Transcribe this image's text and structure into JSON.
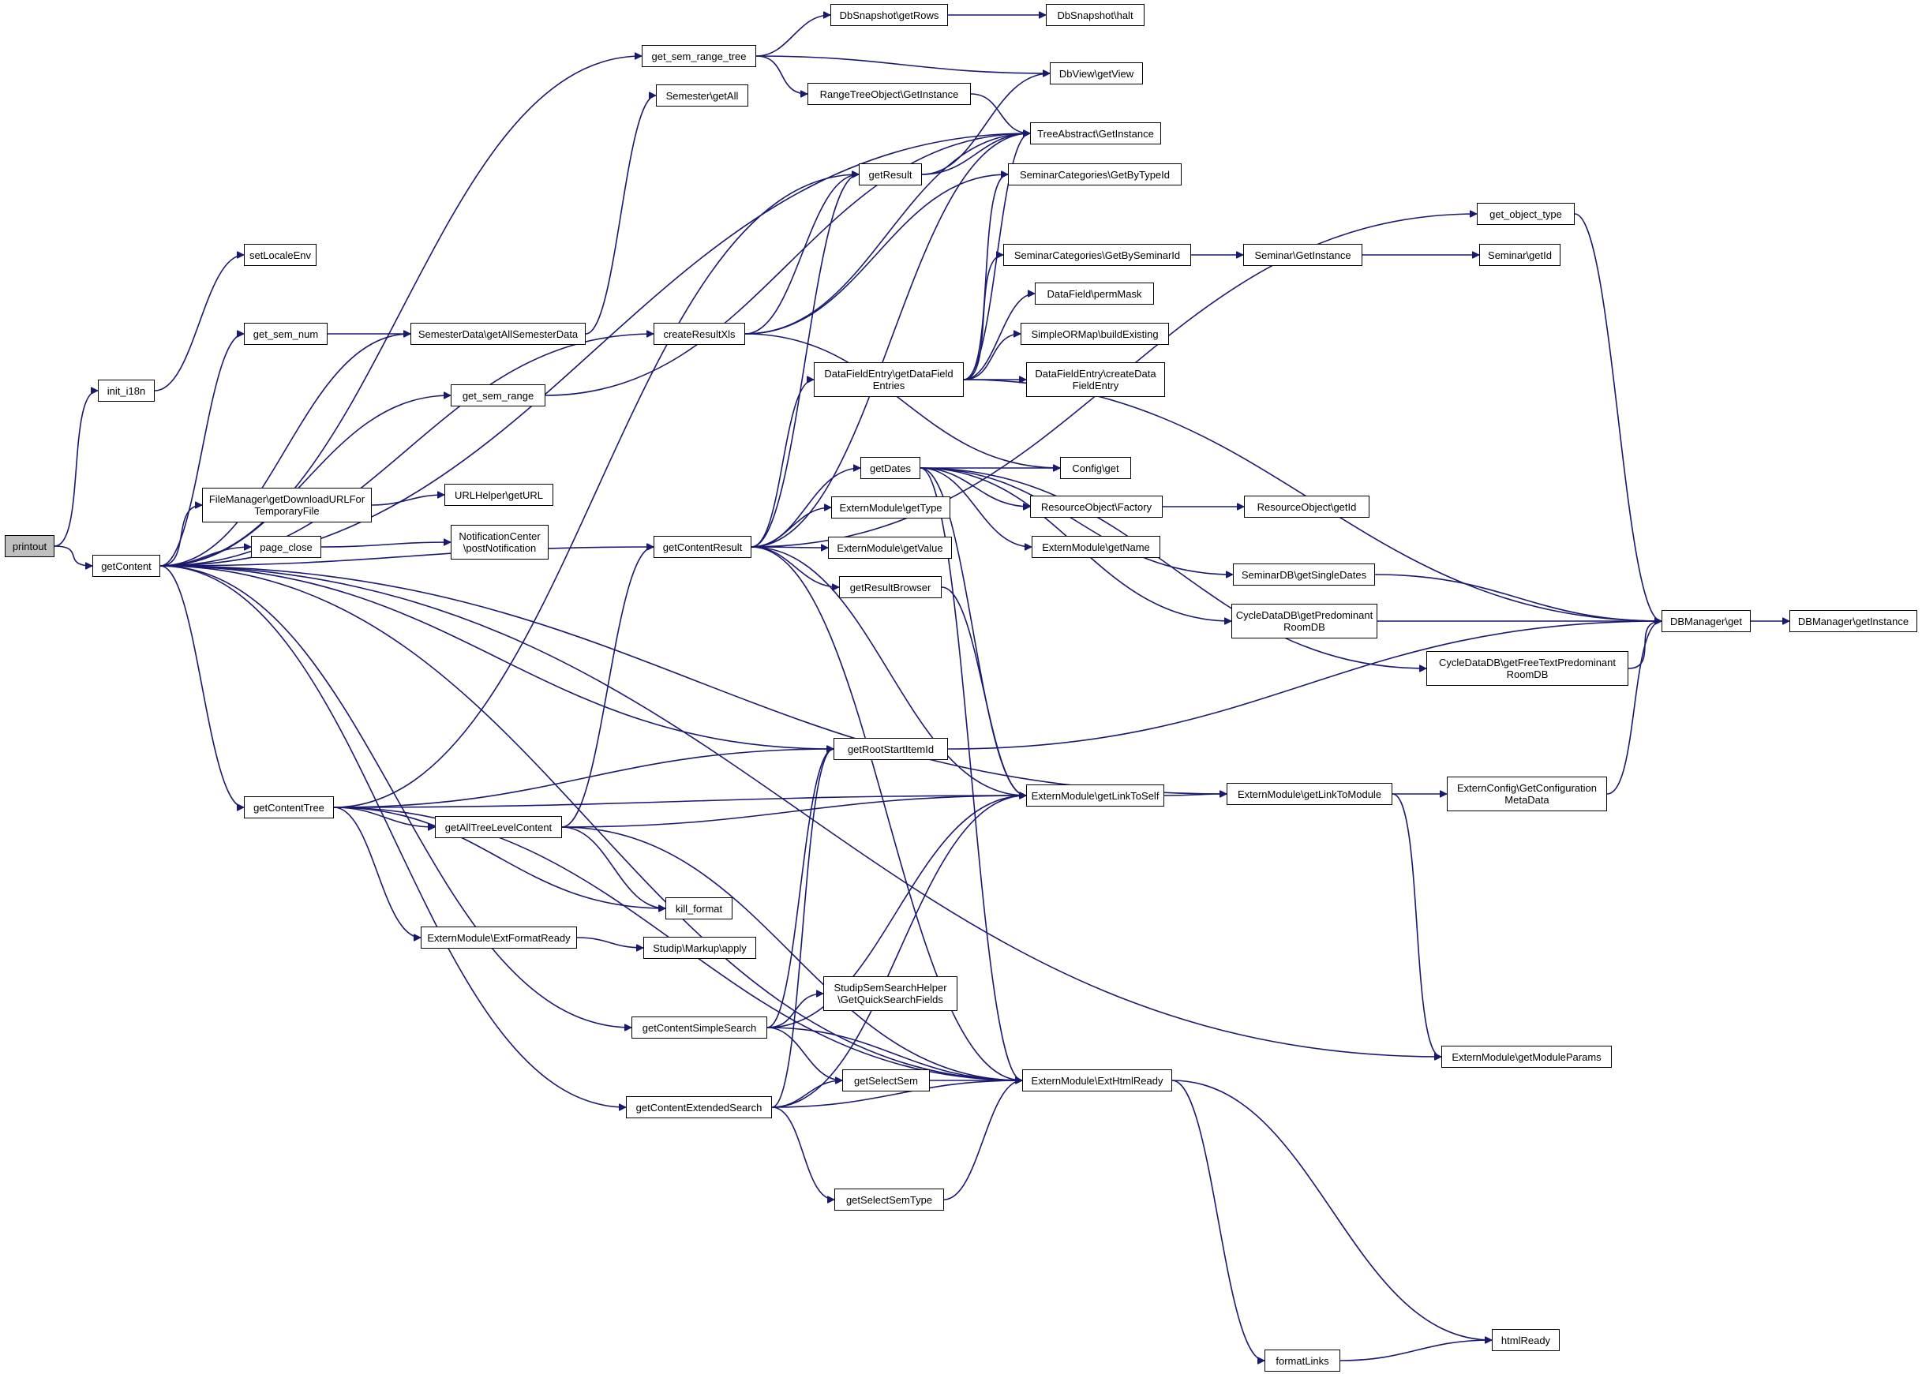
{
  "colors": {
    "edge": "#191970",
    "node_border": "#000000",
    "root_fill": "#bfbfbf",
    "node_fill": "#ffffff"
  },
  "nodes": [
    {
      "id": "printout",
      "label": "printout",
      "root": true
    },
    {
      "id": "init_i18n",
      "label": "init_i18n"
    },
    {
      "id": "getContent",
      "label": "getContent"
    },
    {
      "id": "setLocaleEnv",
      "label": "setLocaleEnv"
    },
    {
      "id": "get_sem_num",
      "label": "get_sem_num"
    },
    {
      "id": "SemesterData_getAll",
      "label": "SemesterData\\getAllSemesterData"
    },
    {
      "id": "get_sem_range",
      "label": "get_sem_range"
    },
    {
      "id": "FileManager",
      "label": "FileManager\\getDownloadURLFor\nTemporaryFile"
    },
    {
      "id": "URLHelper",
      "label": "URLHelper\\getURL"
    },
    {
      "id": "page_close",
      "label": "page_close"
    },
    {
      "id": "NotificationCenter",
      "label": "NotificationCenter\n\\postNotification"
    },
    {
      "id": "get_sem_range_tree",
      "label": "get_sem_range_tree"
    },
    {
      "id": "Semester_getAll",
      "label": "Semester\\getAll"
    },
    {
      "id": "DbSnapshot_getRows",
      "label": "DbSnapshot\\getRows"
    },
    {
      "id": "DbSnapshot_halt",
      "label": "DbSnapshot\\halt"
    },
    {
      "id": "DbView_getView",
      "label": "DbView\\getView"
    },
    {
      "id": "RangeTreeObject",
      "label": "RangeTreeObject\\GetInstance"
    },
    {
      "id": "TreeAbstract",
      "label": "TreeAbstract\\GetInstance"
    },
    {
      "id": "getResult",
      "label": "getResult"
    },
    {
      "id": "SeminarCategories_GetByTypeId",
      "label": "SeminarCategories\\GetByTypeId"
    },
    {
      "id": "get_object_type",
      "label": "get_object_type"
    },
    {
      "id": "createResultXls",
      "label": "createResultXls"
    },
    {
      "id": "SeminarCategories_GetBySeminarId",
      "label": "SeminarCategories\\GetBySeminarId"
    },
    {
      "id": "Seminar_GetInstance",
      "label": "Seminar\\GetInstance"
    },
    {
      "id": "Seminar_getId",
      "label": "Seminar\\getId"
    },
    {
      "id": "DataField_permMask",
      "label": "DataField\\permMask"
    },
    {
      "id": "SimpleORMap",
      "label": "SimpleORMap\\buildExisting"
    },
    {
      "id": "DataFieldEntry_getDataFieldEntries",
      "label": "DataFieldEntry\\getDataField\nEntries"
    },
    {
      "id": "DataFieldEntry_create",
      "label": "DataFieldEntry\\createData\nFieldEntry"
    },
    {
      "id": "getDates",
      "label": "getDates"
    },
    {
      "id": "Config_get",
      "label": "Config\\get"
    },
    {
      "id": "ResourceObject_Factory",
      "label": "ResourceObject\\Factory"
    },
    {
      "id": "ResourceObject_getId",
      "label": "ResourceObject\\getId"
    },
    {
      "id": "getContentResult",
      "label": "getContentResult"
    },
    {
      "id": "ExternModule_getType",
      "label": "ExternModule\\getType"
    },
    {
      "id": "ExternModule_getName",
      "label": "ExternModule\\getName"
    },
    {
      "id": "ExternModule_getValue",
      "label": "ExternModule\\getValue"
    },
    {
      "id": "SeminarDB",
      "label": "SeminarDB\\getSingleDates"
    },
    {
      "id": "getResultBrowser",
      "label": "getResultBrowser"
    },
    {
      "id": "CycleDataDB_getPred",
      "label": "CycleDataDB\\getPredominant\nRoomDB"
    },
    {
      "id": "DBManager_get",
      "label": "DBManager\\get"
    },
    {
      "id": "DBManager_getInstance",
      "label": "DBManager\\getInstance"
    },
    {
      "id": "CycleDataDB_getFree",
      "label": "CycleDataDB\\getFreeTextPredominant\nRoomDB"
    },
    {
      "id": "getRootStartItemId",
      "label": "getRootStartItemId"
    },
    {
      "id": "getContentTree",
      "label": "getContentTree"
    },
    {
      "id": "ExternModule_getLinkToSelf",
      "label": "ExternModule\\getLinkToSelf"
    },
    {
      "id": "ExternModule_getLinkToModule",
      "label": "ExternModule\\getLinkToModule"
    },
    {
      "id": "ExternConfig",
      "label": "ExternConfig\\GetConfiguration\nMetaData"
    },
    {
      "id": "getAllTreeLevelContent",
      "label": "getAllTreeLevelContent"
    },
    {
      "id": "kill_format",
      "label": "kill_format"
    },
    {
      "id": "ExternModule_ExtFormatReady",
      "label": "ExternModule\\ExtFormatReady"
    },
    {
      "id": "Studip_Markup",
      "label": "Studip\\Markup\\apply"
    },
    {
      "id": "StudipSemSearchHelper",
      "label": "StudipSemSearchHelper\n\\GetQuickSearchFields"
    },
    {
      "id": "getContentSimpleSearch",
      "label": "getContentSimpleSearch"
    },
    {
      "id": "ExternModule_getModuleParams",
      "label": "ExternModule\\getModuleParams"
    },
    {
      "id": "getSelectSem",
      "label": "getSelectSem"
    },
    {
      "id": "ExternModule_ExtHtmlReady",
      "label": "ExternModule\\ExtHtmlReady"
    },
    {
      "id": "getContentExtendedSearch",
      "label": "getContentExtendedSearch"
    },
    {
      "id": "getSelectSemType",
      "label": "getSelectSemType"
    },
    {
      "id": "formatLinks",
      "label": "formatLinks"
    },
    {
      "id": "htmlReady",
      "label": "htmlReady"
    }
  ]
}
